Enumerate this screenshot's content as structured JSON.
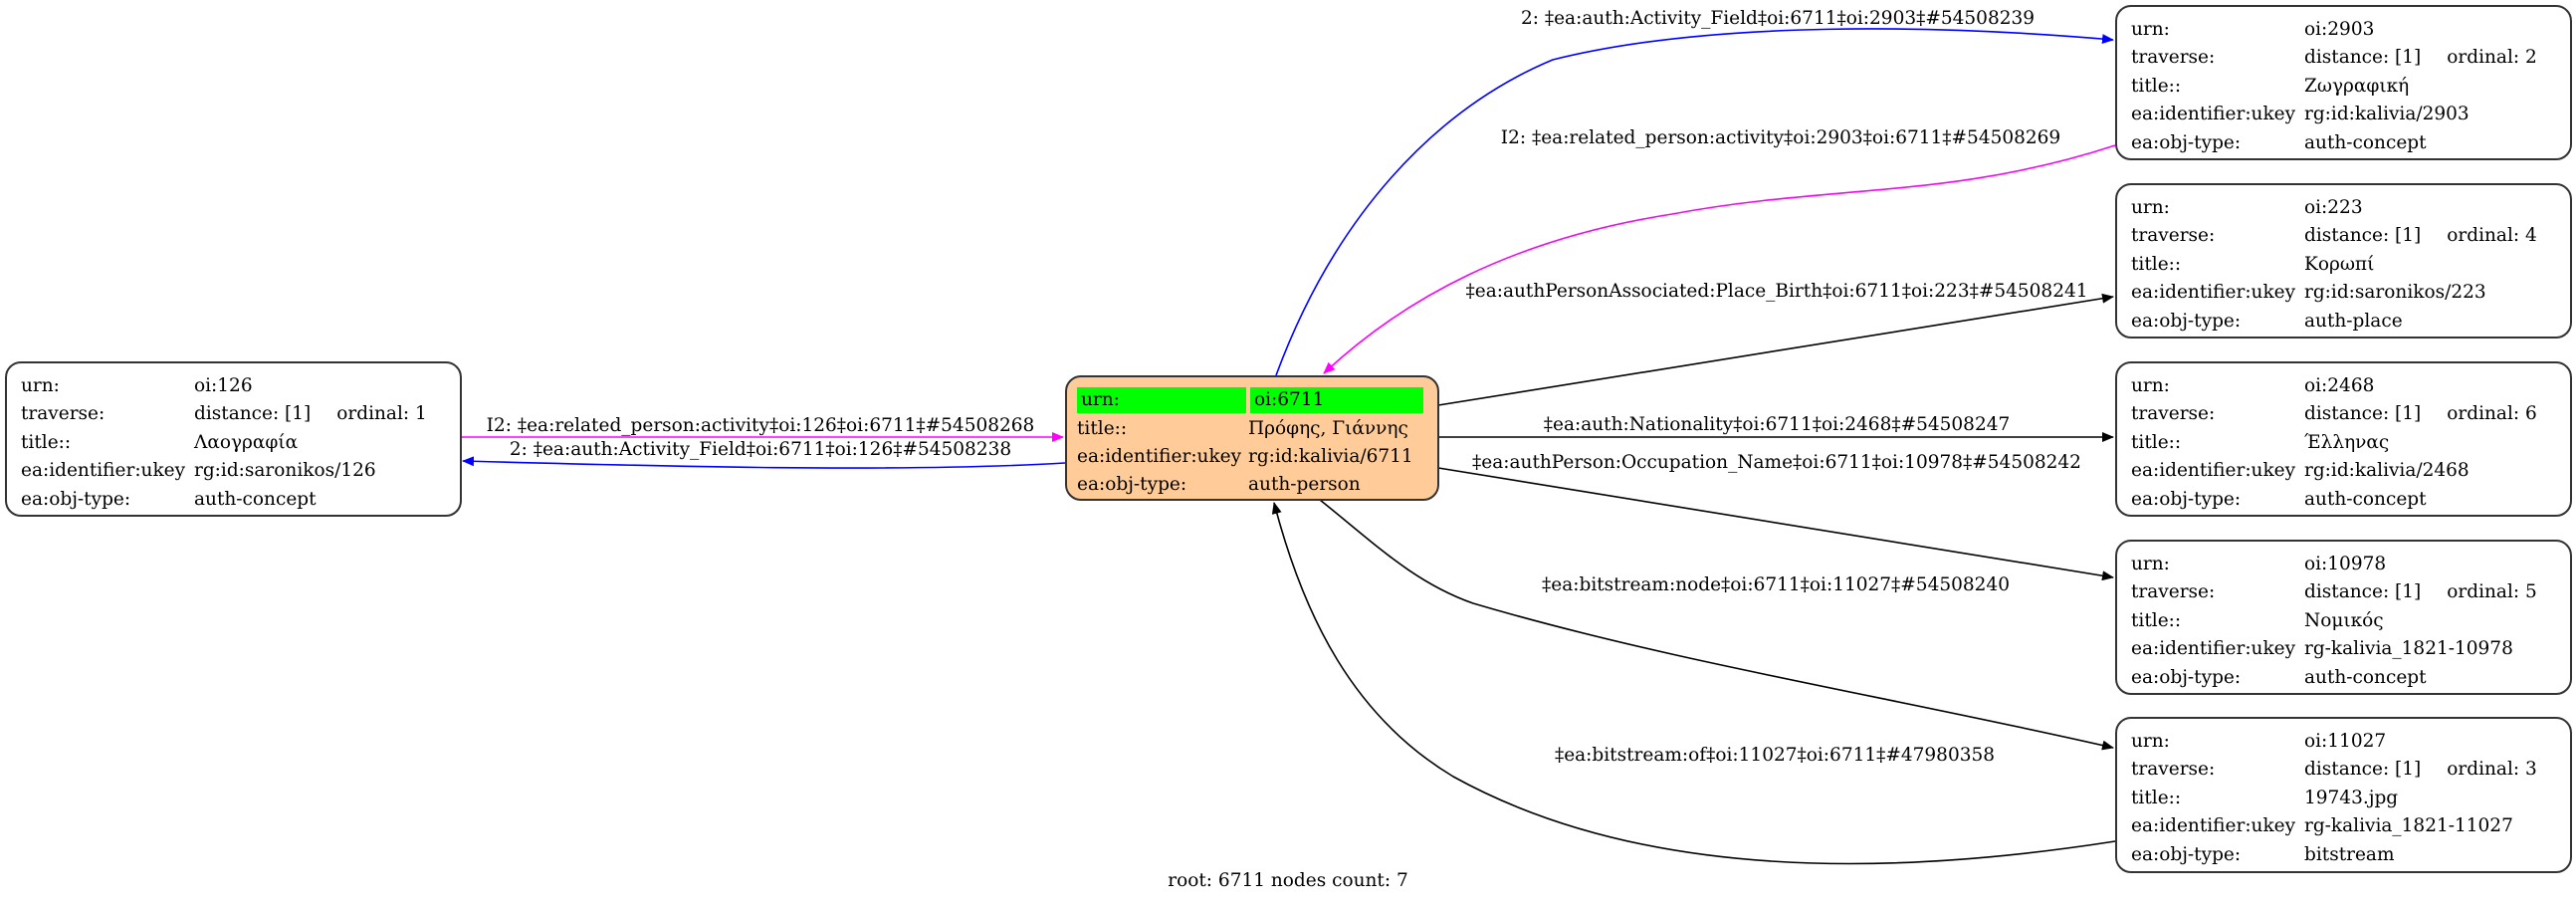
{
  "graph": {
    "footer": "root: 6711 nodes count: 7",
    "colors": {
      "root_fill": "#ffcc99",
      "root_highlight": "#00ff00",
      "edge_default": "#000000",
      "edge_activity_field": "#0000ff",
      "edge_related_person": "#ff00ff"
    },
    "root": {
      "urn_key": "urn:",
      "urn": "oi:6711",
      "title_key": "title::",
      "title": "Πρόφης, Γιάννης",
      "ukey_key": "ea:identifier:ukey",
      "ukey": "rg:id:kalivia/6711",
      "type_key": "ea:obj-type:",
      "type": "auth-person"
    },
    "nodes": {
      "n126": {
        "urn_key": "urn:",
        "urn": "oi:126",
        "trav_key": "traverse:",
        "distance": "distance: [1]",
        "ordinal": "ordinal: 1",
        "title_key": "title::",
        "title": "Λαογραφία",
        "ukey_key": "ea:identifier:ukey",
        "ukey": "rg:id:saronikos/126",
        "type_key": "ea:obj-type:",
        "type": "auth-concept"
      },
      "n2903": {
        "urn_key": "urn:",
        "urn": "oi:2903",
        "trav_key": "traverse:",
        "distance": "distance: [1]",
        "ordinal": "ordinal: 2",
        "title_key": "title::",
        "title": "Ζωγραφική",
        "ukey_key": "ea:identifier:ukey",
        "ukey": "rg:id:kalivia/2903",
        "type_key": "ea:obj-type:",
        "type": "auth-concept"
      },
      "n223": {
        "urn_key": "urn:",
        "urn": "oi:223",
        "trav_key": "traverse:",
        "distance": "distance: [1]",
        "ordinal": "ordinal: 4",
        "title_key": "title::",
        "title": "Κορωπί",
        "ukey_key": "ea:identifier:ukey",
        "ukey": "rg:id:saronikos/223",
        "type_key": "ea:obj-type:",
        "type": "auth-place"
      },
      "n2468": {
        "urn_key": "urn:",
        "urn": "oi:2468",
        "trav_key": "traverse:",
        "distance": "distance: [1]",
        "ordinal": "ordinal: 6",
        "title_key": "title::",
        "title": "Έλληνας",
        "ukey_key": "ea:identifier:ukey",
        "ukey": "rg:id:kalivia/2468",
        "type_key": "ea:obj-type:",
        "type": "auth-concept"
      },
      "n10978": {
        "urn_key": "urn:",
        "urn": "oi:10978",
        "trav_key": "traverse:",
        "distance": "distance: [1]",
        "ordinal": "ordinal: 5",
        "title_key": "title::",
        "title": "Νομικός",
        "ukey_key": "ea:identifier:ukey",
        "ukey": "rg-kalivia_1821-10978",
        "type_key": "ea:obj-type:",
        "type": "auth-concept"
      },
      "n11027": {
        "urn_key": "urn:",
        "urn": "oi:11027",
        "trav_key": "traverse:",
        "distance": "distance: [1]",
        "ordinal": "ordinal: 3",
        "title_key": "title::",
        "title": "19743.jpg",
        "ukey_key": "ea:identifier:ukey",
        "ukey": "rg-kalivia_1821-11027",
        "type_key": "ea:obj-type:",
        "type": "bitstream"
      }
    },
    "edges": {
      "e126_in": {
        "from": "oi:126",
        "to": "oi:6711",
        "label": "I2: ‡ea:related_person:activity‡oi:126‡oi:6711‡#54508268",
        "kind": "related_person"
      },
      "e126_out": {
        "from": "oi:6711",
        "to": "oi:126",
        "label": "2: ‡ea:auth:Activity_Field‡oi:6711‡oi:126‡#54508238",
        "kind": "activity_field"
      },
      "e2903_out": {
        "from": "oi:6711",
        "to": "oi:2903",
        "label": "2: ‡ea:auth:Activity_Field‡oi:6711‡oi:2903‡#54508239",
        "kind": "activity_field"
      },
      "e2903_in": {
        "from": "oi:2903",
        "to": "oi:6711",
        "label": "I2: ‡ea:related_person:activity‡oi:2903‡oi:6711‡#54508269",
        "kind": "related_person"
      },
      "e223": {
        "from": "oi:6711",
        "to": "oi:223",
        "label": "‡ea:authPersonAssociated:Place_Birth‡oi:6711‡oi:223‡#54508241",
        "kind": "default"
      },
      "e2468": {
        "from": "oi:6711",
        "to": "oi:2468",
        "label": "‡ea:auth:Nationality‡oi:6711‡oi:2468‡#54508247",
        "kind": "default"
      },
      "e10978": {
        "from": "oi:6711",
        "to": "oi:10978",
        "label": "‡ea:authPerson:Occupation_Name‡oi:6711‡oi:10978‡#54508242",
        "kind": "default"
      },
      "e11027_out": {
        "from": "oi:6711",
        "to": "oi:11027",
        "label": "‡ea:bitstream:node‡oi:6711‡oi:11027‡#54508240",
        "kind": "default"
      },
      "e11027_in": {
        "from": "oi:11027",
        "to": "oi:6711",
        "label": "‡ea:bitstream:of‡oi:11027‡oi:6711‡#47980358",
        "kind": "default"
      }
    }
  }
}
